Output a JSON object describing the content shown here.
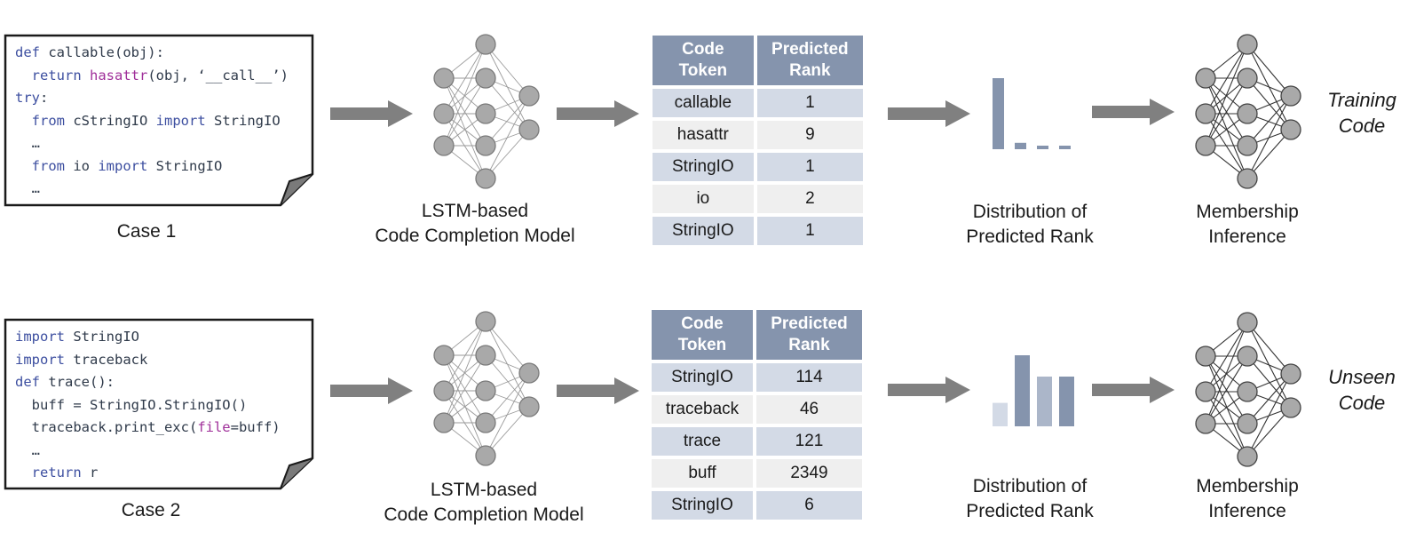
{
  "cases": [
    {
      "code_lines": [
        [
          {
            "t": "def ",
            "k": "kw"
          },
          {
            "t": "callable(obj):",
            "k": ""
          }
        ],
        [
          {
            "t": "  ",
            "k": ""
          },
          {
            "t": "return ",
            "k": "kw"
          },
          {
            "t": "hasattr",
            "k": "fn"
          },
          {
            "t": "(obj, ‘__call__’)",
            "k": ""
          }
        ],
        [
          {
            "t": "try",
            "k": "kw"
          },
          {
            "t": ":",
            "k": ""
          }
        ],
        [
          {
            "t": "  ",
            "k": ""
          },
          {
            "t": "from ",
            "k": "kw"
          },
          {
            "t": "cStringIO ",
            "k": ""
          },
          {
            "t": "import ",
            "k": "kw"
          },
          {
            "t": "StringIO",
            "k": ""
          }
        ],
        [
          {
            "t": "  …",
            "k": ""
          }
        ],
        [
          {
            "t": "  ",
            "k": ""
          },
          {
            "t": "from ",
            "k": "kw"
          },
          {
            "t": "io ",
            "k": ""
          },
          {
            "t": "import ",
            "k": "kw"
          },
          {
            "t": "StringIO",
            "k": ""
          }
        ],
        [
          {
            "t": "  …",
            "k": ""
          }
        ]
      ],
      "caption": "Case 1",
      "model_caption": [
        "LSTM-based",
        "Code Completion Model"
      ],
      "table": {
        "headers": [
          [
            "Code",
            "Token"
          ],
          [
            "Predicted",
            "Rank"
          ]
        ],
        "rows": [
          [
            "callable",
            "1"
          ],
          [
            "hasattr",
            "9"
          ],
          [
            "StringIO",
            "1"
          ],
          [
            "io",
            "2"
          ],
          [
            "StringIO",
            "1"
          ]
        ]
      },
      "dist_caption": [
        "Distribution of",
        "Predicted Rank"
      ],
      "dist_bars": [
        {
          "value": 1.0,
          "color": "#8594ad"
        },
        {
          "value": 0.09,
          "color": "#8594ad"
        },
        {
          "value": 0.05,
          "color": "#8594ad"
        },
        {
          "value": 0.05,
          "color": "#8594ad"
        }
      ],
      "mi_caption": [
        "Membership",
        "Inference"
      ],
      "result": [
        "Training",
        "Code"
      ]
    },
    {
      "code_lines": [
        [
          {
            "t": "import ",
            "k": "kw"
          },
          {
            "t": "StringIO",
            "k": ""
          }
        ],
        [
          {
            "t": "import ",
            "k": "kw"
          },
          {
            "t": "traceback",
            "k": ""
          }
        ],
        [
          {
            "t": "def ",
            "k": "kw"
          },
          {
            "t": "trace():",
            "k": ""
          }
        ],
        [
          {
            "t": "  buff = StringIO.StringIO()",
            "k": ""
          }
        ],
        [
          {
            "t": "  traceback.print_exc(",
            "k": ""
          },
          {
            "t": "file",
            "k": "fn"
          },
          {
            "t": "=buff)",
            "k": ""
          }
        ],
        [
          {
            "t": "  …",
            "k": ""
          }
        ],
        [
          {
            "t": "  ",
            "k": ""
          },
          {
            "t": "return ",
            "k": "kw"
          },
          {
            "t": "r",
            "k": ""
          }
        ]
      ],
      "caption": "Case 2",
      "model_caption": [
        "LSTM-based",
        "Code Completion Model"
      ],
      "table": {
        "headers": [
          [
            "Code",
            "Token"
          ],
          [
            "Predicted",
            "Rank"
          ]
        ],
        "rows": [
          [
            "StringIO",
            "114"
          ],
          [
            "traceback",
            "46"
          ],
          [
            "trace",
            "121"
          ],
          [
            "buff",
            "2349"
          ],
          [
            "StringIO",
            "6"
          ]
        ]
      },
      "dist_caption": [
        "Distribution of",
        "Predicted Rank"
      ],
      "dist_bars": [
        {
          "value": 0.33,
          "color": "#d3dae6"
        },
        {
          "value": 1.0,
          "color": "#8594ad"
        },
        {
          "value": 0.7,
          "color": "#abb6c9"
        },
        {
          "value": 0.7,
          "color": "#8594ad"
        }
      ],
      "mi_caption": [
        "Membership",
        "Inference"
      ],
      "result": [
        "Unseen",
        "Code"
      ]
    }
  ],
  "colors": {
    "arrow": "#808080",
    "node_fill": "#a9a9a9",
    "node_stroke": "#7a7a7a",
    "edge_light": "#9a9a9a",
    "edge_dark": "#333333",
    "table_header": "#8594ad",
    "row_shade": "#d3dae6",
    "row_plain": "#efefef",
    "keyword": "#3d4fa0",
    "builtin": "#a0309a"
  }
}
